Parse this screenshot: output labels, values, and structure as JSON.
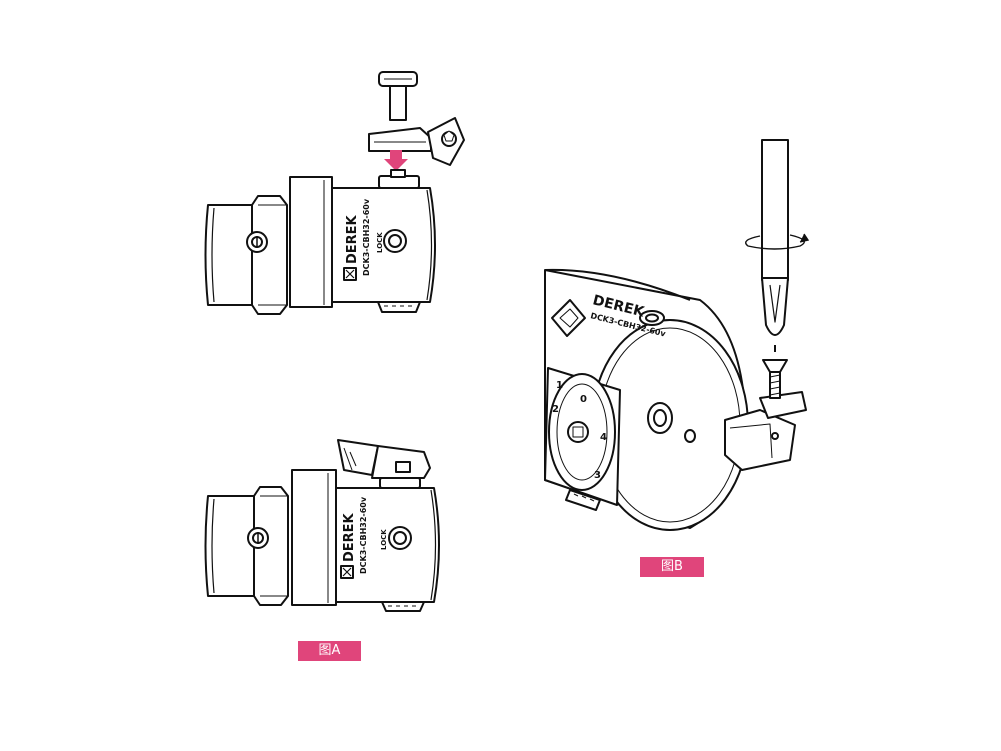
{
  "captions": {
    "figure_a": "图A",
    "figure_b": "图B"
  },
  "tool": {
    "brand": "DEREK",
    "model": "DCK3-CBH32-60v",
    "lock_label": "LOCK",
    "dial_numbers": [
      "0",
      "1",
      "2",
      "3",
      "4"
    ]
  },
  "colors": {
    "caption_bg": "#e0457b",
    "arrow": "#e0457b",
    "line": "#111111"
  },
  "icons": {
    "install_arrow": "arrow-down-icon",
    "rotate": "rotate-arrow-icon"
  }
}
